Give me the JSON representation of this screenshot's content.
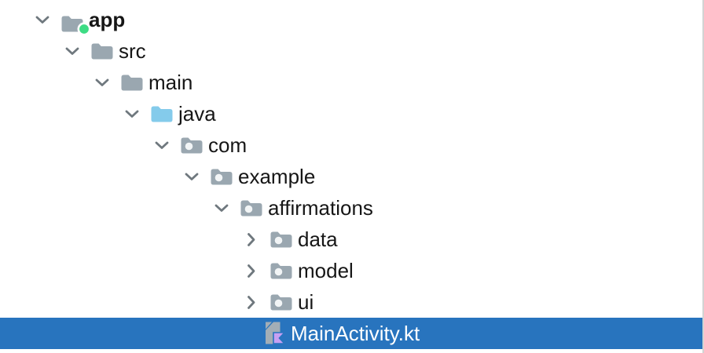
{
  "panel": {
    "name": "project-tree",
    "selection_color": "#2874BE",
    "border_color": "#D3D3D3",
    "background": "#FFFFFF"
  },
  "colors": {
    "chevron": "#6F787E",
    "folder_gray": "#9AA7B0",
    "package_dot": "#F2F5F6",
    "source_folder_blue": "#84CBEB",
    "android_green": "#3DDC84",
    "kotlin_icon_gray": "#A3AEB6",
    "kotlin_icon_purple": "#C7A0F3",
    "label_text": "#161616",
    "selected_text": "#FFFFFF"
  },
  "icons": {
    "expanded": "chevron-down-icon",
    "collapsed": "chevron-right-icon",
    "module": "android-module-folder-icon",
    "folder": "folder-icon",
    "source": "source-folder-icon",
    "package": "package-folder-icon",
    "kotlin": "kotlin-file-icon"
  },
  "tree": {
    "rows": [
      {
        "label": "app",
        "depth": 0,
        "state": "expanded",
        "icon": "android-module-folder",
        "bold": true
      },
      {
        "label": "src",
        "depth": 1,
        "state": "expanded",
        "icon": "folder"
      },
      {
        "label": "main",
        "depth": 2,
        "state": "expanded",
        "icon": "folder"
      },
      {
        "label": "java",
        "depth": 3,
        "state": "expanded",
        "icon": "source-folder"
      },
      {
        "label": "com",
        "depth": 4,
        "state": "expanded",
        "icon": "package"
      },
      {
        "label": "example",
        "depth": 5,
        "state": "expanded",
        "icon": "package"
      },
      {
        "label": "affirmations",
        "depth": 6,
        "state": "expanded",
        "icon": "package"
      },
      {
        "label": "data",
        "depth": 7,
        "state": "collapsed",
        "icon": "package"
      },
      {
        "label": "model",
        "depth": 7,
        "state": "collapsed",
        "icon": "package"
      },
      {
        "label": "ui",
        "depth": 7,
        "state": "collapsed",
        "icon": "package"
      },
      {
        "label": "MainActivity.kt",
        "depth": 7,
        "state": "file",
        "icon": "kotlin-file",
        "selected": true
      }
    ]
  }
}
